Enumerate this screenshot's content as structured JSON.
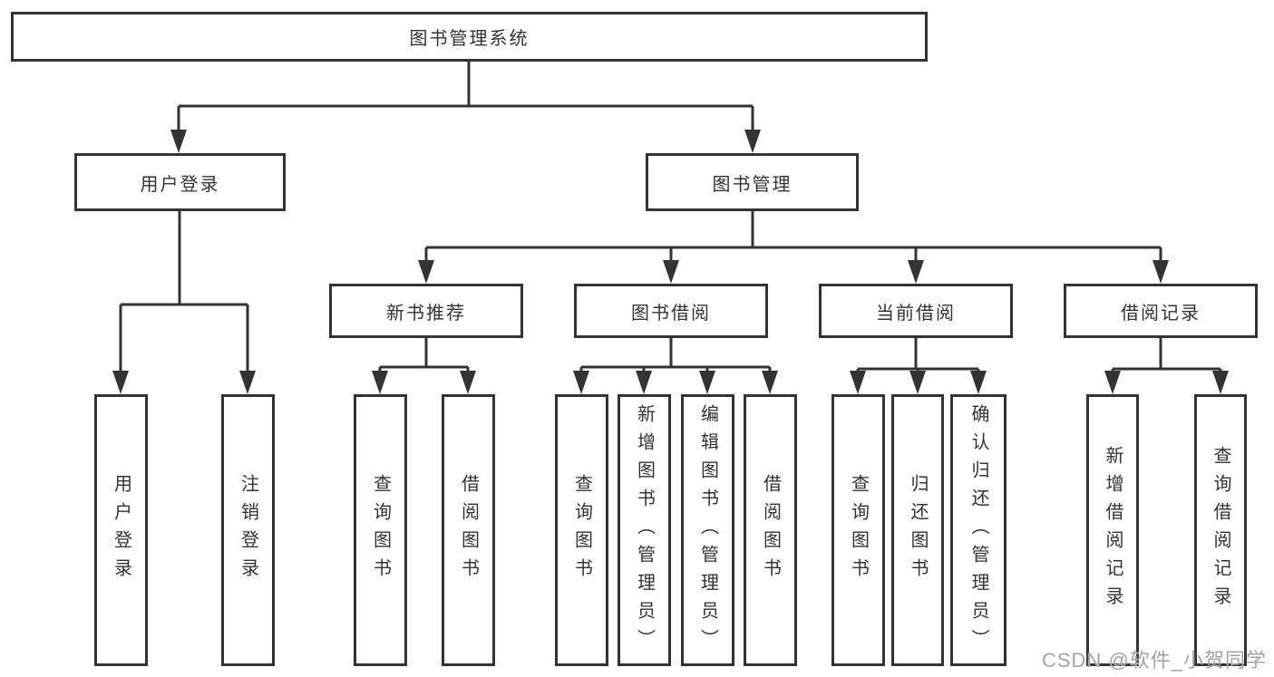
{
  "colors": {
    "line": "#333333",
    "text": "#333333",
    "box_fill": "#ffffff",
    "watermark": "#a3a3a3",
    "background": "#ffffff"
  },
  "watermark": {
    "text": "CSDN @软件_小贺同学"
  },
  "tree": {
    "label": "图书管理系统",
    "children": [
      {
        "label": "用户登录",
        "children": [
          {
            "label": "用户登录"
          },
          {
            "label": "注销登录"
          }
        ]
      },
      {
        "label": "图书管理",
        "children": [
          {
            "label": "新书推荐",
            "children": [
              {
                "label": "查询图书"
              },
              {
                "label": "借阅图书"
              }
            ]
          },
          {
            "label": "图书借阅",
            "children": [
              {
                "label": "查询图书"
              },
              {
                "label": "新增图书（管理员）"
              },
              {
                "label": "编辑图书（管理员）"
              },
              {
                "label": "借阅图书"
              }
            ]
          },
          {
            "label": "当前借阅",
            "children": [
              {
                "label": "查询图书"
              },
              {
                "label": "归还图书"
              },
              {
                "label": "确认归还（管理员）"
              }
            ]
          },
          {
            "label": "借阅记录",
            "children": [
              {
                "label": "新增借阅记录"
              },
              {
                "label": "查询借阅记录"
              }
            ]
          }
        ]
      }
    ]
  }
}
